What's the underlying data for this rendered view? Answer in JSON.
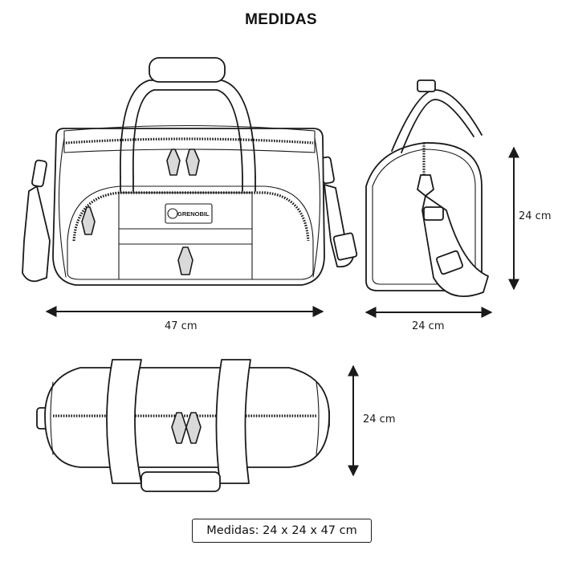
{
  "title": "MEDIDAS",
  "brand_logo_text": "GRENOBIL",
  "dimensions": {
    "front_width": "47 cm",
    "front_height": "24 cm",
    "side_width": "24 cm",
    "top_height": "24 cm"
  },
  "summary": "Medidas: 24 x 24 x 47 cm",
  "colors": {
    "line": "#1a1a1a",
    "zipper_fill": "#d9d9d9",
    "background": "#ffffff"
  }
}
